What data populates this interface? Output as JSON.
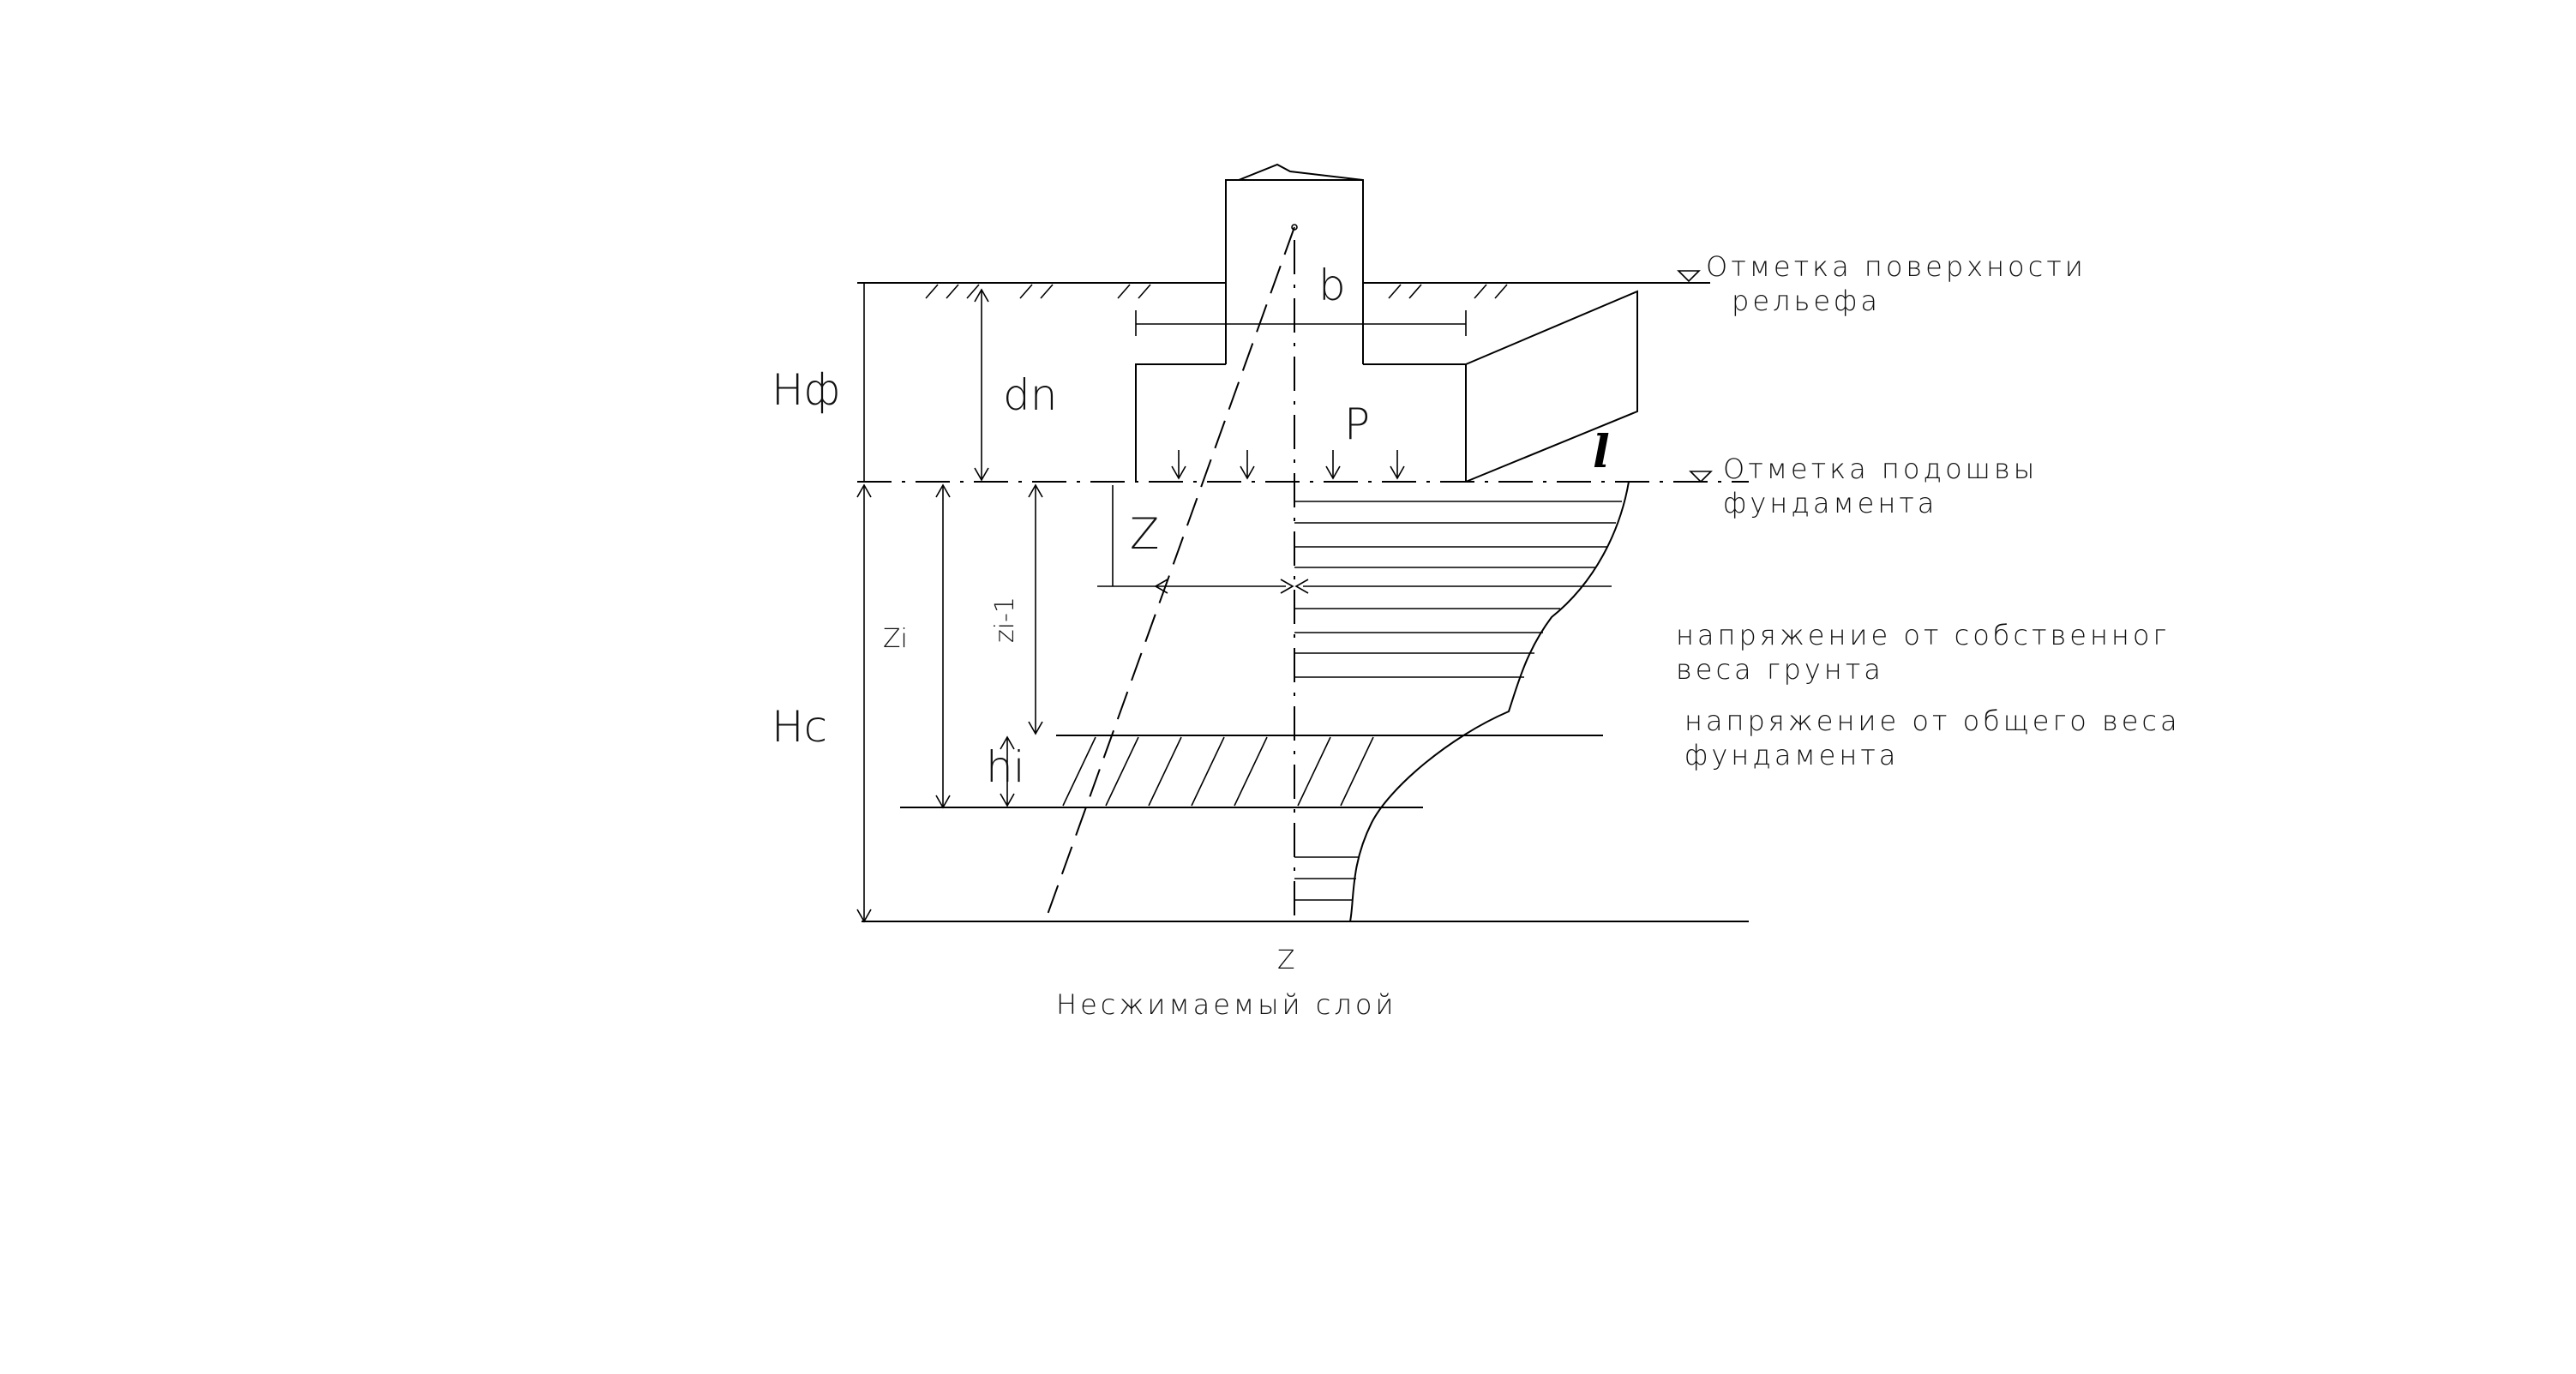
{
  "labels": {
    "surface_mark_line1": "Отметка поверхности",
    "surface_mark_line2": "рельефа",
    "base_mark_line1": "Отметка подошвы",
    "base_mark_line2": "фундамента",
    "own_weight_line1": "напряжение от собственног",
    "own_weight_line2": "веса грунта",
    "total_weight_line1": "напряжение от общего веса",
    "total_weight_line2": "фундамента",
    "incompressible_layer": "Несжимаемый слой"
  },
  "symbols": {
    "H_f": "Hф",
    "H_c": "Hc",
    "d_n": "dn",
    "b": "b",
    "P": "P",
    "l": "l",
    "z": "Z",
    "z_i": "Zi",
    "z_i_minus_1": "zi-1",
    "h_i": "hi",
    "Z_axis": "Z"
  }
}
